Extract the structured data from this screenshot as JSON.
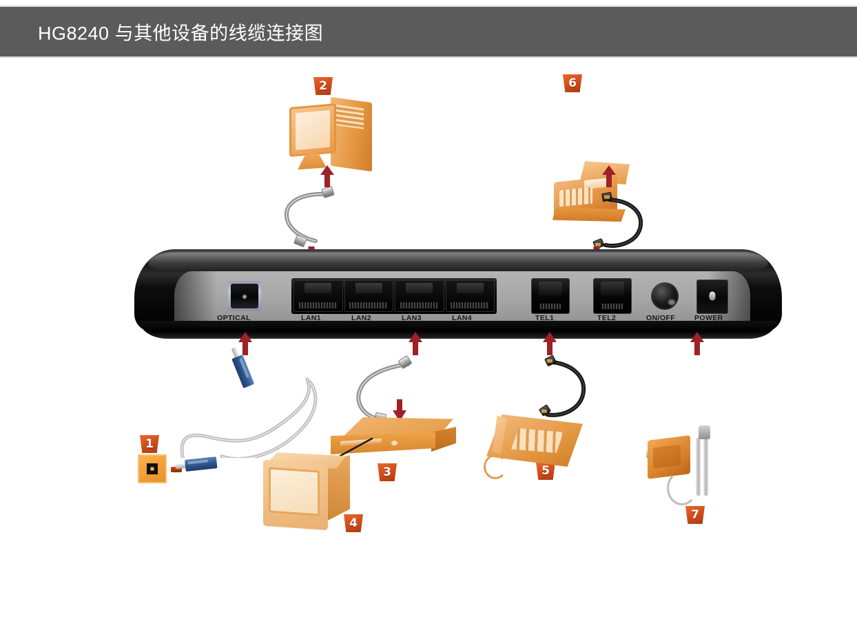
{
  "header": {
    "title": "HG8240 与其他设备的线缆连接图"
  },
  "device": {
    "model": "HG8240",
    "ports": [
      {
        "id": "optical",
        "label": "OPTICAL"
      },
      {
        "id": "lan1",
        "label": "LAN1"
      },
      {
        "id": "lan2",
        "label": "LAN2"
      },
      {
        "id": "lan3",
        "label": "LAN3"
      },
      {
        "id": "lan4",
        "label": "LAN4"
      },
      {
        "id": "tel1",
        "label": "TEL1"
      },
      {
        "id": "tel2",
        "label": "TEL2"
      },
      {
        "id": "onoff",
        "label": "ON/OFF"
      },
      {
        "id": "power",
        "label": "POWER"
      }
    ]
  },
  "callouts": [
    {
      "number": "1",
      "item": "optical-terminal-box",
      "connects_to": "OPTICAL"
    },
    {
      "number": "2",
      "item": "computer",
      "connects_to": "LAN1"
    },
    {
      "number": "3",
      "item": "set-top-box",
      "connects_to": "LAN3"
    },
    {
      "number": "4",
      "item": "television",
      "connects_to": "set-top-box"
    },
    {
      "number": "5",
      "item": "telephone",
      "connects_to": "TEL1"
    },
    {
      "number": "6",
      "item": "fax-machine",
      "connects_to": "TEL2"
    },
    {
      "number": "7",
      "item": "power-adapter",
      "connects_to": "POWER"
    }
  ],
  "colors": {
    "header_bg": "#5b5b5b",
    "header_text": "#ffffff",
    "badge": "#cf4a18",
    "arrow": "#9e2127",
    "device_orange": "#e8983f",
    "fiber_blue": "#2f5a93",
    "page_bg": "#ffffff"
  }
}
